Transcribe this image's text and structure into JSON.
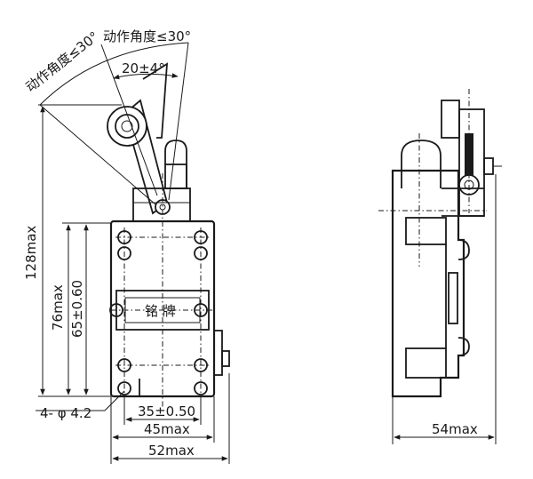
{
  "labels": {
    "angle_left": "动作角度≤30°",
    "angle_right": "动作角度≤30°",
    "angle_mid": "20±4°",
    "dim_128": "128max",
    "dim_76": "76max",
    "dim_65": "65±0.60",
    "holes": "4- φ 4.2",
    "dim_35": "35±0.50",
    "dim_45": "45max",
    "dim_52": "52max",
    "dim_54": "54max",
    "nameplate": "铭  牌"
  }
}
